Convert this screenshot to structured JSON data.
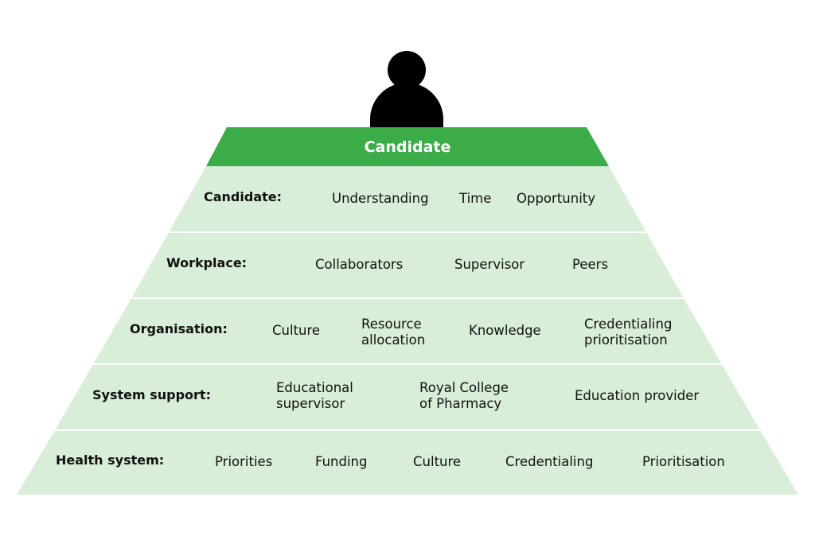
{
  "colors": {
    "header": "#3cac48",
    "tier": "#d9eed8",
    "tier_border": "#ffffff",
    "person": "#000000",
    "text": "#111111"
  },
  "header": {
    "title": "Candidate",
    "icon": "person-icon"
  },
  "tiers": [
    {
      "label": "Candidate:",
      "items": [
        "Understanding",
        "Time",
        "Opportunity"
      ]
    },
    {
      "label": "Workplace:",
      "items": [
        "Collaborators",
        "Supervisor",
        "Peers"
      ]
    },
    {
      "label": "Organisation:",
      "items": [
        "Culture",
        "Resource\nallocation",
        "Knowledge",
        "Credentialing\nprioritisation"
      ]
    },
    {
      "label": "System support:",
      "items": [
        "Educational\nsupervisor",
        "Royal College\nof Pharmacy",
        "Education provider"
      ]
    },
    {
      "label": "Health system:",
      "items": [
        "Priorities",
        "Funding",
        "Culture",
        "Credentialing",
        "Prioritisation"
      ]
    }
  ]
}
